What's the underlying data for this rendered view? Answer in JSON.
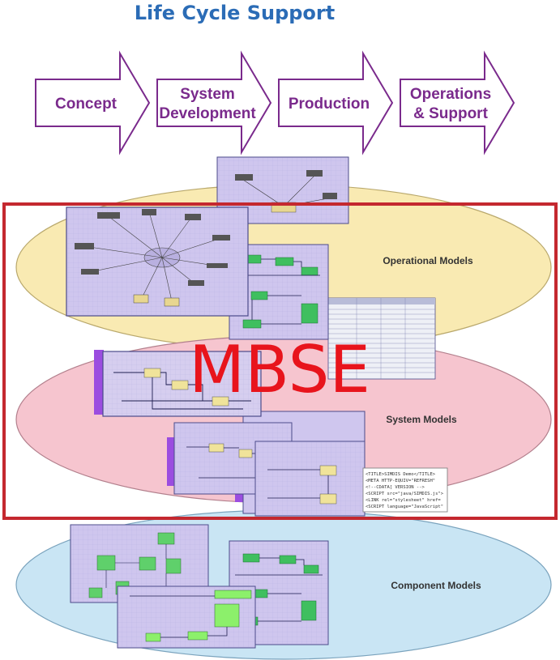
{
  "title": "Life Cycle Support",
  "phases": [
    {
      "line1": "Concept",
      "line2": ""
    },
    {
      "line1": "System",
      "line2": "Development"
    },
    {
      "line1": "Production",
      "line2": ""
    },
    {
      "line1": "Operations",
      "line2": "& Support"
    }
  ],
  "layers": [
    {
      "label": "Operational Models",
      "fill": "#f9eab2"
    },
    {
      "label": "System Models",
      "fill": "#f6c5cf"
    },
    {
      "label": "Component Models",
      "fill": "#c9e5f4"
    }
  ],
  "overlay": {
    "label": "MBSE",
    "color": "#e8141c",
    "frame_color": "#c4282f"
  },
  "code_snippet": [
    "<TITLE>SIMDIS Demo</TITLE>",
    "<META HTTP-EQUIV=\"REFRESH\"",
    "<!--CDATA[ VERSION -->",
    "<SCRIPT src=\"java/SIMDIS.js\">",
    "<LINK rel=\"stylesheet\" href=",
    "<SCRIPT language=\"JavaScript\""
  ],
  "colors": {
    "title": "#2b6cb6",
    "arrow": "#7a2a8c"
  }
}
